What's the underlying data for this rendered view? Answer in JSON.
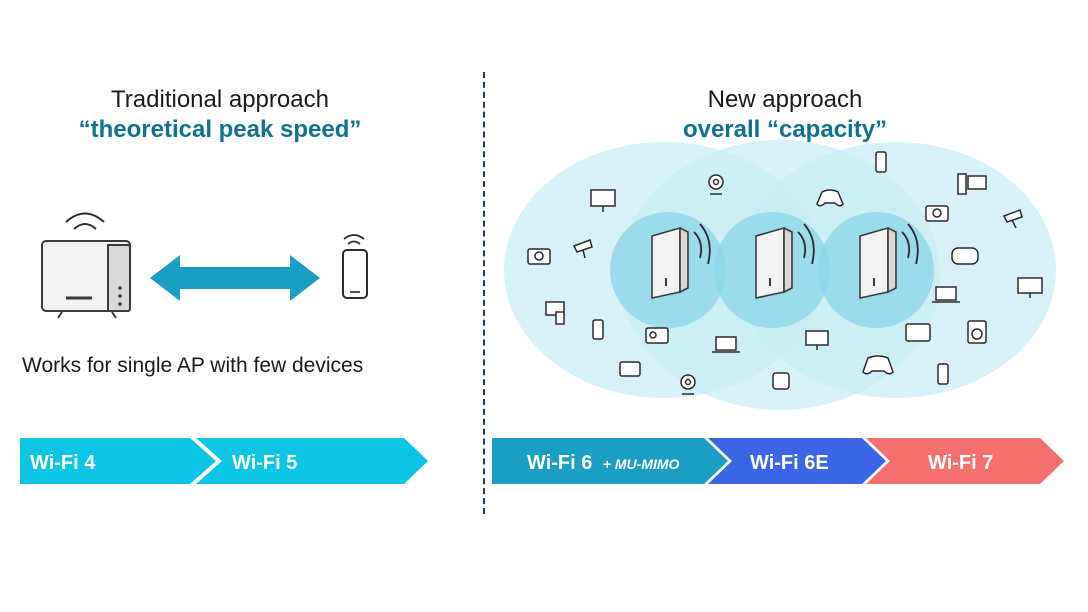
{
  "left": {
    "title": "Traditional approach",
    "subtitle": "“theoretical peak speed”",
    "caption": "Works for single AP with few devices",
    "standards": [
      {
        "label": "Wi-Fi 4",
        "color": "#0cc4e4"
      },
      {
        "label": "Wi-Fi 5",
        "color": "#0cc4e4"
      }
    ]
  },
  "right": {
    "title": "New approach",
    "subtitle": "overall “capacity”",
    "standards": [
      {
        "label": "Wi-Fi 6",
        "suffix": "+ MU-MIMO",
        "color": "#1a9ec4"
      },
      {
        "label": "Wi-Fi 6E",
        "color": "#3b67e6"
      },
      {
        "label": "Wi-Fi 7",
        "color": "#f4706f"
      }
    ]
  },
  "colors": {
    "accent": "#10728f",
    "arrow": "#1a9ec4",
    "coverage_outer": "#c8ecf4",
    "coverage_inner": "#8fd6ea",
    "divider": "#1f3a5a"
  },
  "icons": {
    "left_devices": [
      "router-icon",
      "smartphone-icon"
    ],
    "access_points": [
      "access-point-icon",
      "access-point-icon",
      "access-point-icon"
    ],
    "clients": [
      "smartphone-icon",
      "webcam-icon",
      "monitor-icon",
      "game-controller-icon",
      "desktop-pc-icon",
      "camera-icon",
      "security-camera-icon",
      "vr-headset-icon",
      "tv-icon",
      "laptop-icon",
      "phone-icon",
      "washing-machine-icon",
      "radio-icon",
      "tablet-icon",
      "smartwatch-icon"
    ]
  }
}
